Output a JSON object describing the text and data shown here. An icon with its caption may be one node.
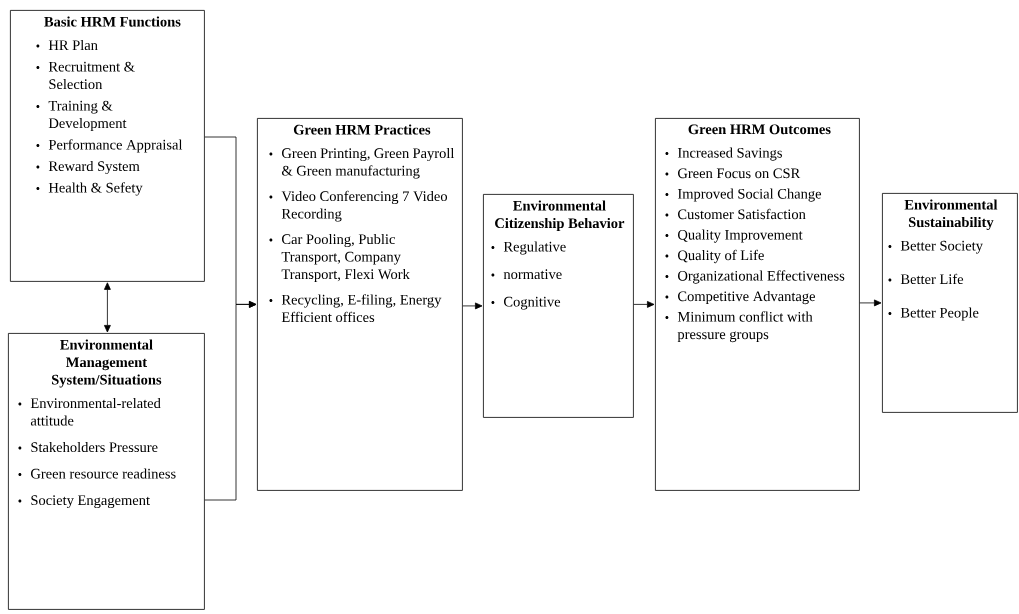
{
  "diagram": {
    "nodes": [
      {
        "text": [
          "Basic HRM Functions",
          "HR Plan",
          "Recruitment & Selection",
          "Training & Development",
          "Performance Appraisal",
          "Reward System",
          "Health & Sefety"
        ]
      },
      {
        "text": [
          "Environmental Management System/Situations",
          "Environmental-related attitude",
          "Stakeholders Pressure",
          "Green resource readiness",
          "Society Engagement"
        ]
      },
      {
        "text": [
          "Green HRM Practices",
          "Green Printing, Green Payroll & Green manufacturing",
          "Video Conferencing 7 Video Recording",
          "Car Pooling, Public Transport, Company Transport, Flexi Work",
          "Recycling, E-filing, Energy Efficient offices"
        ]
      },
      {
        "text": [
          "Environmental Citizenship Behavior",
          "Regulative",
          "normative",
          "Cognitive"
        ]
      },
      {
        "text": [
          "Green HRM Outcomes",
          "Increased Savings",
          "Green Focus on CSR",
          "Improved Social Change",
          "Customer Satisfaction",
          "Quality Improvement",
          "Quality of Life",
          "Organizational Effectiveness",
          "Competitive Advantage",
          "Minimum conflict with pressure groups"
        ]
      },
      {
        "text": [
          "Environmental Sustainability",
          "Better Society",
          "Better Life",
          "Better People"
        ]
      }
    ],
    "edges": [
      {
        "from": 0,
        "to": 1,
        "arrow": "both"
      },
      {
        "from": 0,
        "to": 2,
        "arrow": "to"
      },
      {
        "from": 1,
        "to": 2,
        "arrow": "to"
      },
      {
        "from": 2,
        "to": 3,
        "arrow": "to"
      },
      {
        "from": 3,
        "to": 4,
        "arrow": "to"
      },
      {
        "from": 4,
        "to": 5,
        "arrow": "to"
      }
    ]
  }
}
